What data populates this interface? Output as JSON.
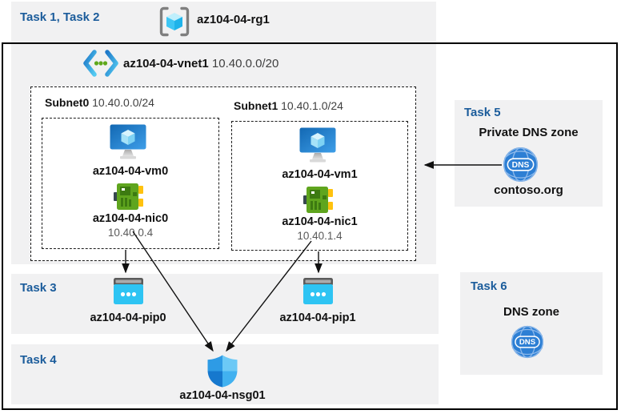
{
  "header": {
    "tasks_label": "Task 1, Task 2",
    "resource_group": "az104-04-rg1"
  },
  "vnet": {
    "name": "az104-04-vnet1",
    "cidr": "10.40.0.0/20"
  },
  "subnets": [
    {
      "name": "Subnet0",
      "cidr": "10.40.0.0/24",
      "vm": {
        "name": "az104-04-vm0"
      },
      "nic": {
        "name": "az104-04-nic0",
        "ip": "10.40.0.4"
      }
    },
    {
      "name": "Subnet1",
      "cidr": "10.40.1.0/24",
      "vm": {
        "name": "az104-04-vm1"
      },
      "nic": {
        "name": "az104-04-nic1",
        "ip": "10.40.1.4"
      }
    }
  ],
  "task3": {
    "label": "Task 3",
    "pip0": "az104-04-pip0",
    "pip1": "az104-04-pip1"
  },
  "task4": {
    "label": "Task 4",
    "nsg": "az104-04-nsg01"
  },
  "task5": {
    "label": "Task 5",
    "title": "Private DNS zone",
    "zone": "contoso.org",
    "dns_badge": "DNS"
  },
  "task6": {
    "label": "Task 6",
    "title": "DNS zone",
    "dns_badge": "DNS"
  },
  "icons": {
    "resource_group": "resource-group-icon",
    "virtual_network": "virtual-network-icon",
    "virtual_machine": "vm-icon",
    "network_interface": "nic-icon",
    "public_ip": "public-ip-icon",
    "nsg": "shield-icon",
    "dns": "dns-globe-icon"
  },
  "colors": {
    "task_heading": "#1B5C9B",
    "band_bg": "#F1F1F2",
    "ip_text": "#595959",
    "vm_blue": "#1E7FD6",
    "nic_green": "#5FA51E",
    "pip_cyan": "#2EC4F3",
    "dns_blue": "#2D7FD4",
    "shield_blue": "#2E9BE5",
    "arrow": "#111111"
  }
}
